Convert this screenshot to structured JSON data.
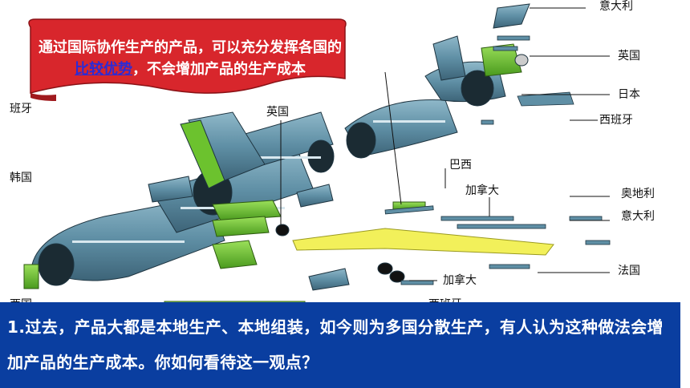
{
  "callout": {
    "text_before": "通过国际协作生产的产品，可以充分发挥各国的",
    "text_highlight": "比较优势",
    "text_after": "，不会增加产品的生产成本"
  },
  "labels": {
    "italy_top": "意大利",
    "uk_right": "英国",
    "japan": "日本",
    "spain_right": "西班牙",
    "spain_left_partial": "班牙",
    "uk_center": "英国",
    "korea": "韩国",
    "brazil": "巴西",
    "canada_mid": "加拿大",
    "austria": "奥地利",
    "italy_mid": "意大利",
    "france": "法国",
    "canada_low": "加拿大",
    "spain_bottom_partial": "西班牙",
    "partial_left_bottom": "西国"
  },
  "question": {
    "text": "1.过去，产品大都是本地生产、本地组装，如今则为多国分散生产，有人认为这种做法会增加产品的生产成本。你如何看待这一观点？"
  },
  "colors": {
    "fuselage": "#5f8fa5",
    "green_parts": "#6cc22e",
    "wing_yellow": "#f2f05a",
    "callout_red": "#d8262c",
    "question_blue": "#0a3ea0"
  }
}
